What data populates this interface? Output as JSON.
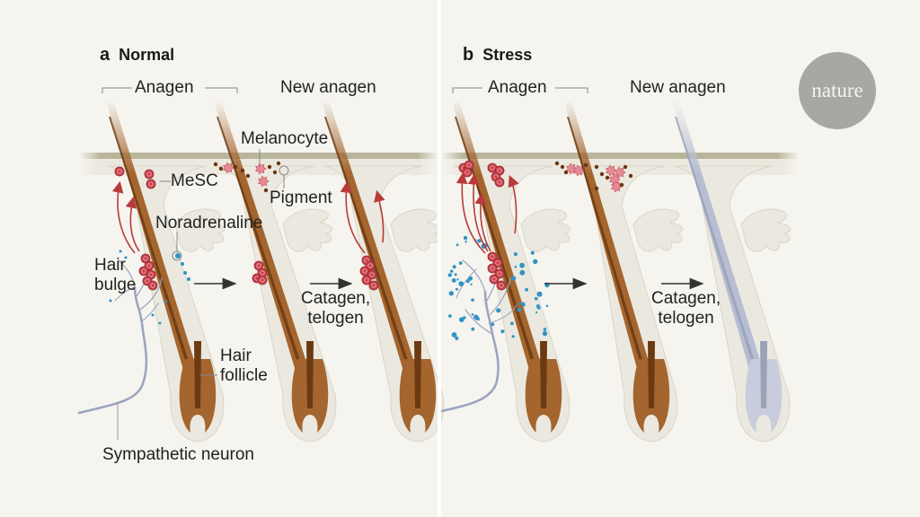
{
  "figure": {
    "logo_text": "nature",
    "panels": [
      {
        "letter": "a",
        "title": "Normal",
        "labels": {
          "anagen": "Anagen",
          "new_anagen": "New anagen",
          "melanocyte": "Melanocyte",
          "mesc": "MeSC",
          "pigment": "Pigment",
          "noradrenaline": "Noradrenaline",
          "hair_bulge_1": "Hair",
          "hair_bulge_2": "bulge",
          "catagen_1": "Catagen,",
          "catagen_2": "telogen",
          "hair_follicle_1": "Hair",
          "hair_follicle_2": "follicle",
          "sympathetic_neuron": "Sympathetic neuron"
        }
      },
      {
        "letter": "b",
        "title": "Stress",
        "labels": {
          "anagen": "Anagen",
          "new_anagen": "New anagen",
          "catagen_1": "Catagen,",
          "catagen_2": "telogen"
        }
      }
    ],
    "colors": {
      "background": "#f5f4ee",
      "skin_band": "#b9b59b",
      "dermis": "#ebe9df",
      "hair_brown": "#a4652e",
      "hair_dark": "#6b3a12",
      "hair_grey": "#c8ccdc",
      "hair_grey_dark": "#9aa2b8",
      "mesc_red": "#c8404a",
      "melanocyte_pink": "#e58a93",
      "noradrenaline_blue": "#2f94c4",
      "neuron": "#9aa3c0",
      "arrow_red": "#b83a3a"
    }
  }
}
